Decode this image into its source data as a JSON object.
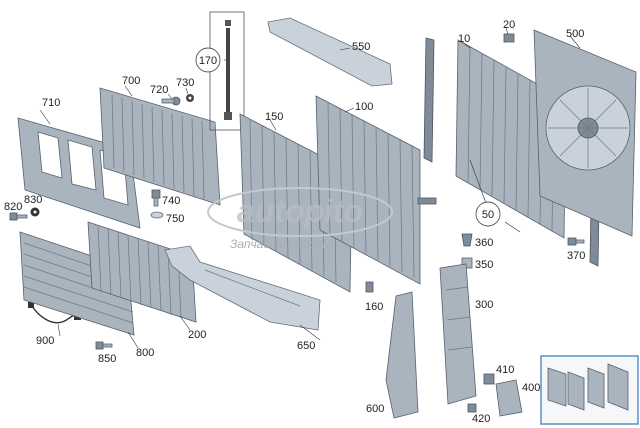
{
  "labels": {
    "p10": "10",
    "p20": "20",
    "p50": "50",
    "p100": "100",
    "p150": "150",
    "p160": "160",
    "p170": "170",
    "p200": "200",
    "p300": "300",
    "p350": "350",
    "p360": "360",
    "p370": "370",
    "p400": "400",
    "p410": "410",
    "p420": "420",
    "p500": "500",
    "p550": "550",
    "p600": "600",
    "p650": "650",
    "p700": "700",
    "p710": "710",
    "p720": "720",
    "p730": "730",
    "p740": "740",
    "p750": "750",
    "p800": "800",
    "p820": "820",
    "p830": "830",
    "p850": "850",
    "p900": "900"
  },
  "watermark": {
    "brand": "autopito",
    "tagline": "Запчасти найдены"
  },
  "colors": {
    "part": "#a9b4bf",
    "part_dark": "#7f8c98",
    "outline": "#56616c",
    "text": "#222222",
    "watermark": "#b9bec4",
    "thumbnail_border": "#5a8fc7"
  }
}
